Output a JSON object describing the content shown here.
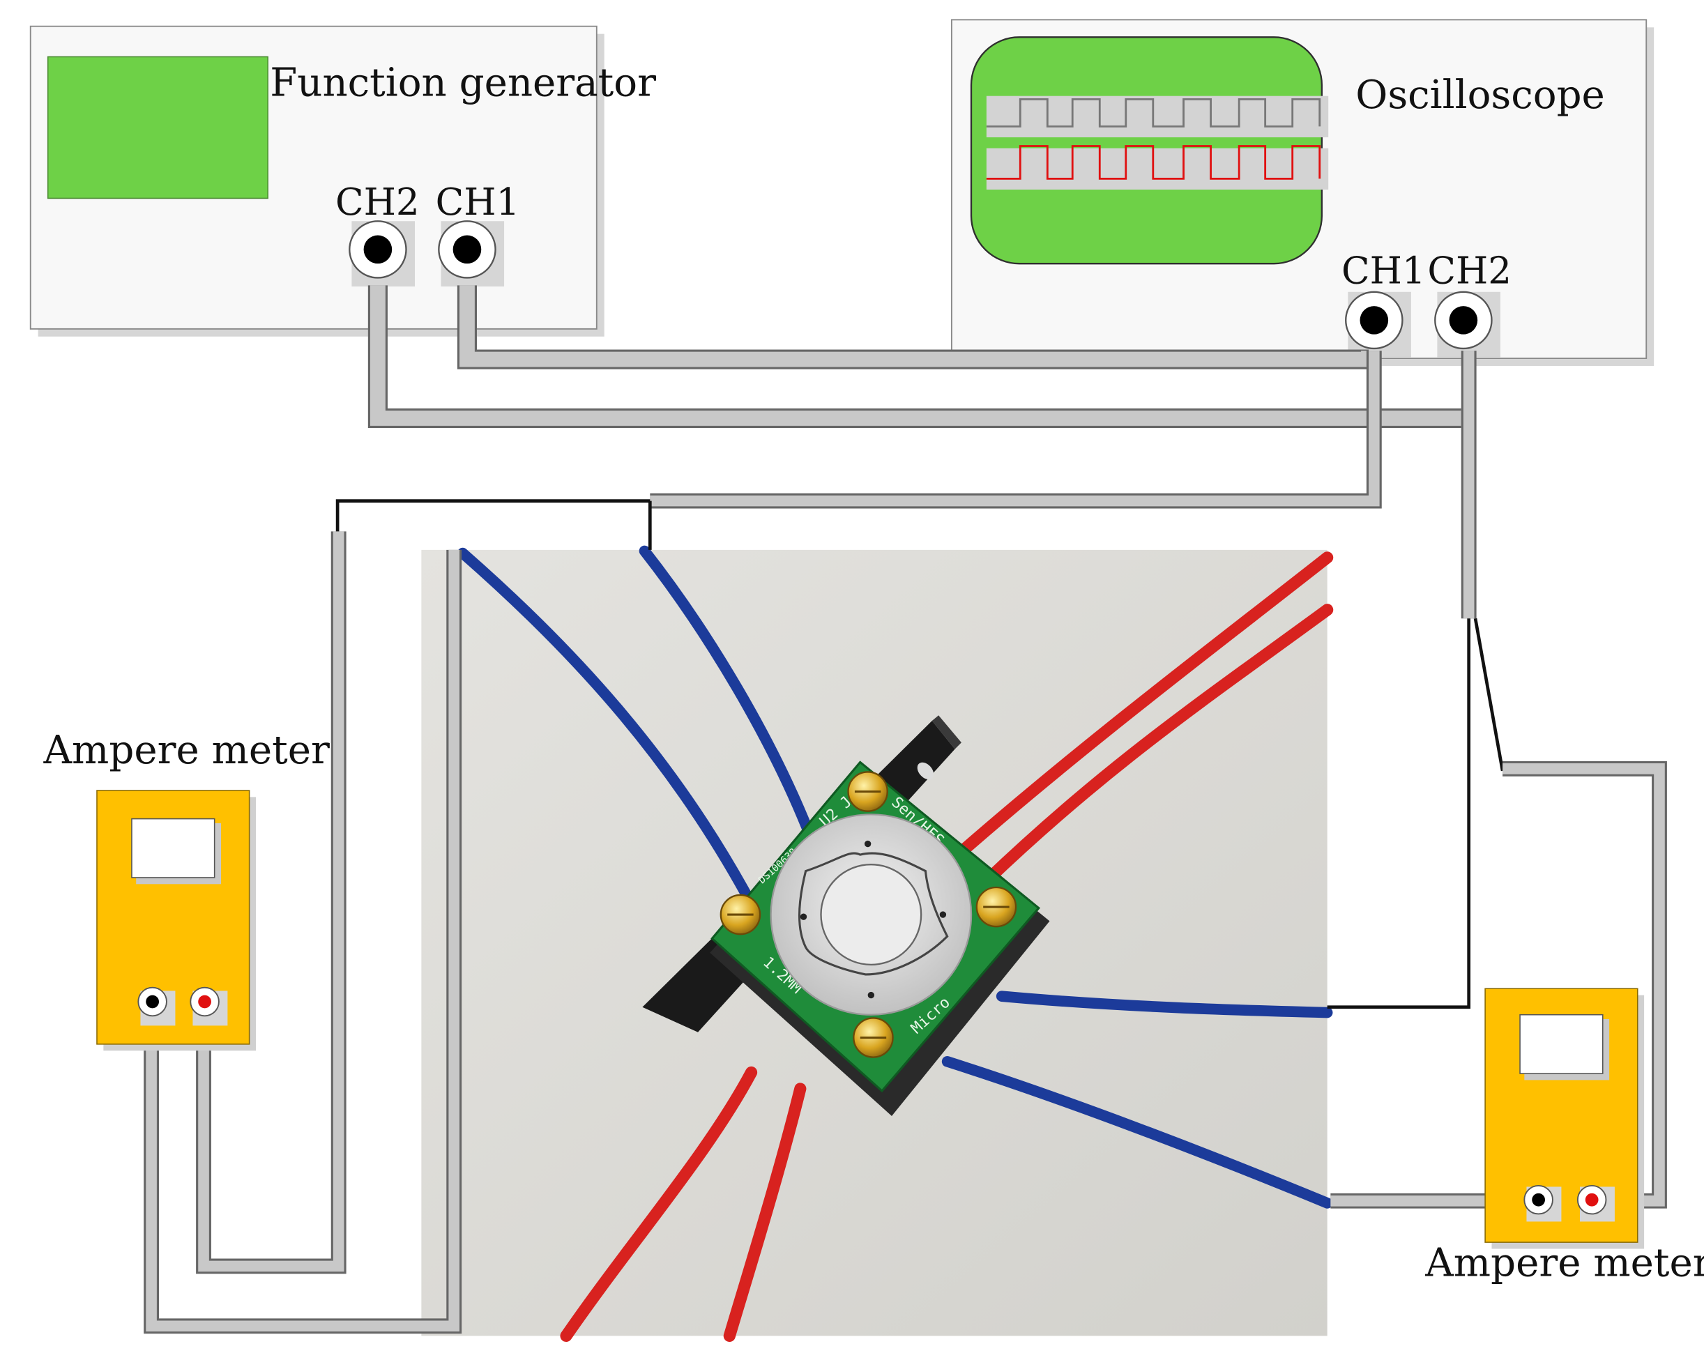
{
  "function_generator": {
    "title": "Function generator",
    "ch2_label": "CH2",
    "ch1_label": "CH1"
  },
  "oscilloscope": {
    "title": "Oscilloscope",
    "ch1_label": "CH1",
    "ch2_label": "CH2"
  },
  "ampere_meter_left": {
    "title": "Ampere meter"
  },
  "ampere_meter_right": {
    "title": "Ampere meter"
  },
  "sensor_chip_text": {
    "top_left": "DS100638",
    "top": "U2 J",
    "top_right": "Sen/HFS",
    "bottom_left": "1.2MM",
    "bottom_right": "Micro"
  },
  "colors": {
    "screen_green": "#6ed147",
    "meter_yellow": "#ffc000",
    "cable_gray": "#c8c8c8",
    "wire_black": "#111111",
    "wire_blue": "#1c3b9a",
    "wire_red": "#d8221f",
    "pcb_green": "#1f8c3a",
    "trace_red": "#e01010",
    "trace_gray": "#777777"
  },
  "icons": {
    "bnc_connector": "bnc-connector-icon",
    "meter_terminal_black": "meter-terminal-black-icon",
    "meter_terminal_red": "meter-terminal-red-icon",
    "screw": "screw-icon"
  }
}
